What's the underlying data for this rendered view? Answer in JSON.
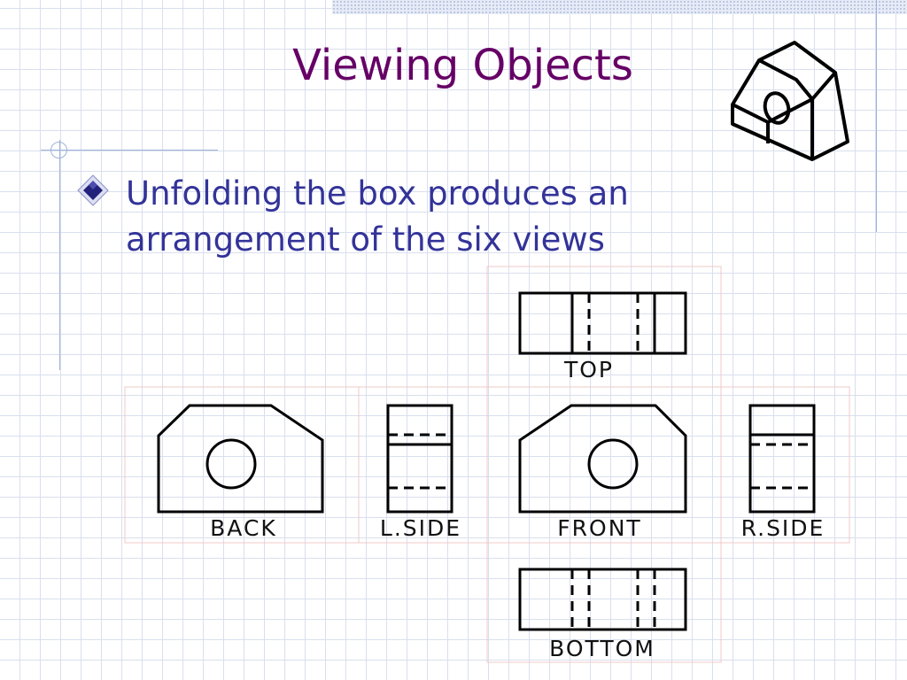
{
  "slide": {
    "title": "Viewing Objects",
    "bullet_text": "Unfolding the box produces an arrangement of the six views"
  },
  "diagram": {
    "views": {
      "top": "TOP",
      "back": "BACK",
      "left_side": "L.SIDE",
      "front": "FRONT",
      "right_side": "R.SIDE",
      "bottom": "BOTTOM"
    }
  },
  "icons": {
    "bullet": "diamond-bullet-icon",
    "isometric_object": "isometric-block-icon"
  },
  "colors": {
    "title": "#660066",
    "bullet_text": "#333399",
    "grid": "#d9dfee",
    "view_frame": "#f0c8c8"
  }
}
